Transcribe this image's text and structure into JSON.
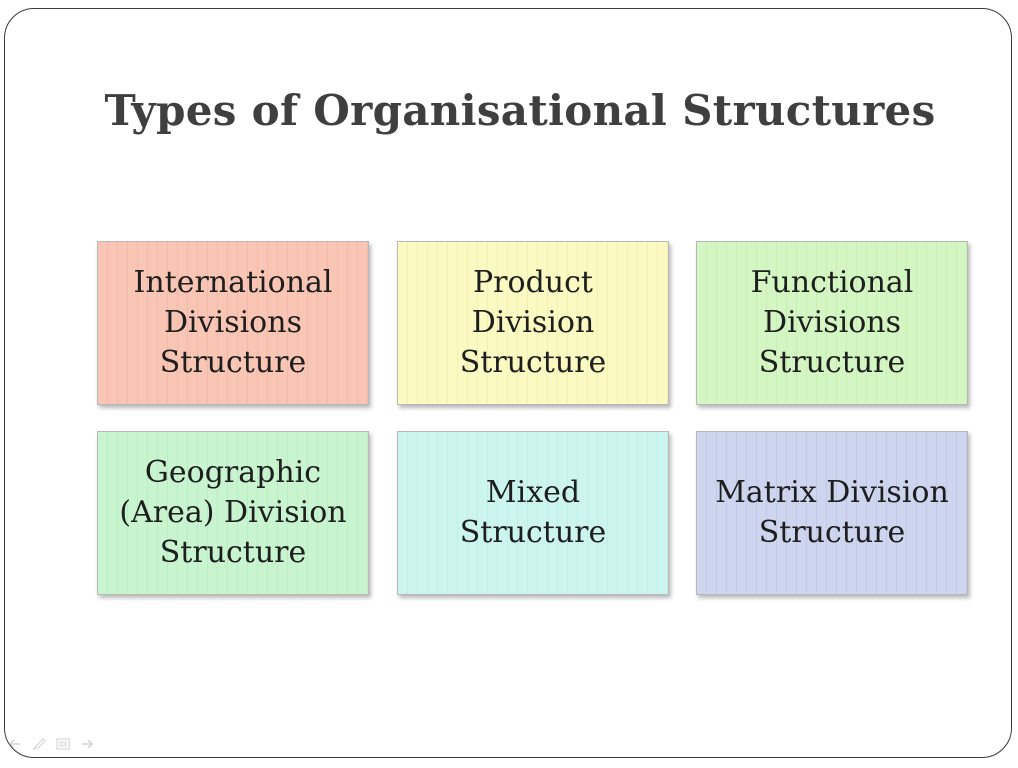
{
  "title": "Types of Organisational Structures",
  "boxes": [
    {
      "label": "International\nDivisions\nStructure",
      "color": "#f9c6b6",
      "stripe": "#f3b9a8"
    },
    {
      "label": "Product\nDivision\nStructure",
      "color": "#fbfac2",
      "stripe": "#f1f0b0"
    },
    {
      "label": "Functional\nDivisions\nStructure",
      "color": "#d4f6c2",
      "stripe": "#c7efb5"
    },
    {
      "label": "Geographic\n(Area) Division\nStructure",
      "color": "#c8f5cf",
      "stripe": "#b8eec2"
    },
    {
      "label": "Mixed\nStructure",
      "color": "#cdf5ef",
      "stripe": "#bfeee6"
    },
    {
      "label": "Matrix Division\nStructure",
      "color": "#cdd5ef",
      "stripe": "#c0c9e8"
    }
  ],
  "controls": {
    "icons": [
      "previous-arrow-icon",
      "pen-icon",
      "menu-icon",
      "next-arrow-icon"
    ]
  }
}
